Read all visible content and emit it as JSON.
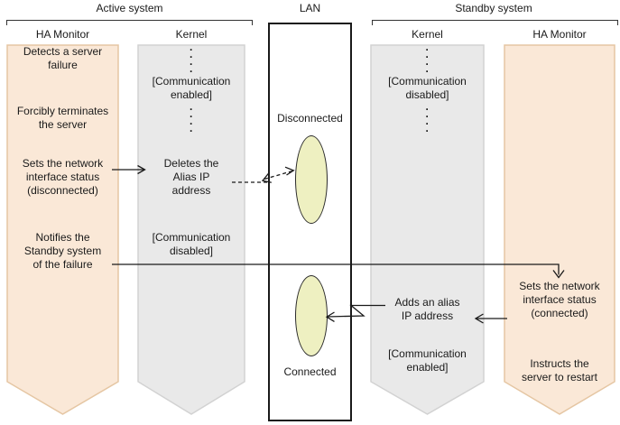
{
  "title_labels": {
    "active": "Active system",
    "lan": "LAN",
    "standby": "Standby system"
  },
  "active_system": {
    "ha_monitor": {
      "header": "HA Monitor",
      "steps": {
        "detects": "Detects a server\nfailure",
        "terminates": "Forcibly terminates\nthe server",
        "sets_disconnected": "Sets the network\ninterface status\n(disconnected)",
        "notifies": "Notifies the\nStandby system\nof the failure"
      }
    },
    "kernel": {
      "header": "Kernel",
      "dots": "·\n·\n·\n·",
      "steps": {
        "comm_enabled": "[Communication\nenabled]",
        "deletes_alias": "Deletes the\nAlias IP\naddress",
        "comm_disabled": "[Communication\ndisabled]"
      }
    }
  },
  "lan": {
    "disconnected_label": "Disconnected",
    "connected_label": "Connected"
  },
  "standby_system": {
    "kernel": {
      "header": "Kernel",
      "dots": "·\n·\n·\n·",
      "steps": {
        "comm_disabled": "[Communication\ndisabled]",
        "adds_alias": "Adds an alias\nIP address",
        "comm_enabled": "[Communication\nenabled]"
      }
    },
    "ha_monitor": {
      "header": "HA Monitor",
      "steps": {
        "sets_connected": "Sets the network\ninterface status\n(connected)",
        "instructs": "Instructs the\nserver to restart"
      }
    }
  },
  "colors": {
    "ha_monitor_fill": "#fae8d7",
    "ha_monitor_border": "#e5c6a3",
    "kernel_fill": "#e9e9e9",
    "kernel_border": "#d2d2d2",
    "ellipse_fill": "#eef0c1",
    "ellipse_border": "#2b2b2b",
    "line": "#1a1a1a"
  }
}
